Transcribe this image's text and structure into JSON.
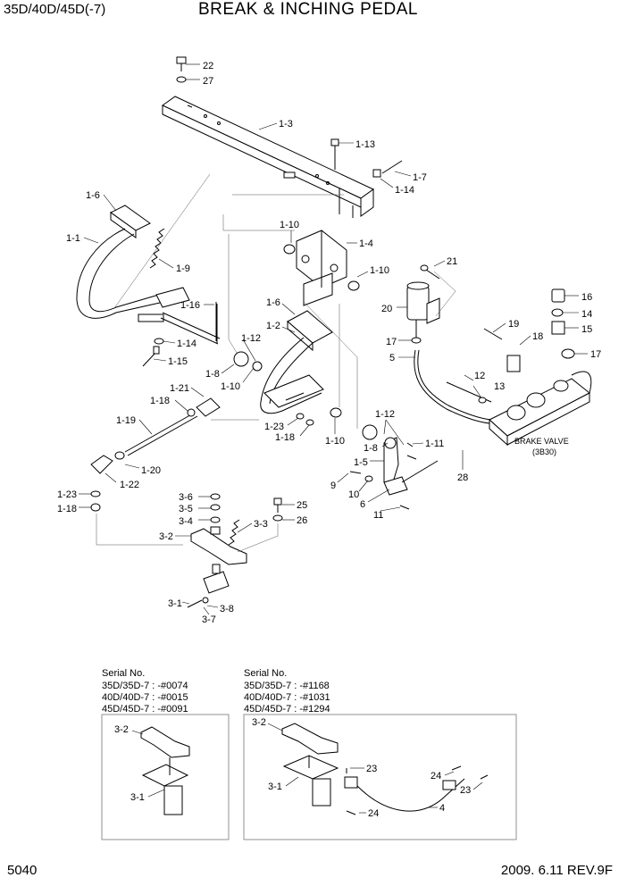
{
  "header": {
    "model": "35D/40D/45D(-7)",
    "title": "BREAK & INCHING PEDAL"
  },
  "footer": {
    "page_number": "5040",
    "revision": "2009. 6.11  REV.9F"
  },
  "callouts": {
    "c22": "22",
    "c27": "27",
    "c1_3": "1-3",
    "c1_13": "1-13",
    "c1_7": "1-7",
    "c1_14a": "1-14",
    "c1_6a": "1-6",
    "c1_1": "1-1",
    "c1_9": "1-9",
    "c1_10a": "1-10",
    "c1_4": "1-4",
    "c1_10b": "1-10",
    "c21": "21",
    "c20": "20",
    "c17a": "17",
    "c5": "5",
    "c19": "19",
    "c18": "18",
    "c16": "16",
    "c14": "14",
    "c15": "15",
    "c17b": "17",
    "c1_16": "1-16",
    "c1_14b": "1-14",
    "c1_15": "1-15",
    "c1_6b": "1-6",
    "c1_2": "1-2",
    "c1_12a": "1-12",
    "c1_8a": "1-8",
    "c1_10c": "1-10",
    "c1_21": "1-21",
    "c1_18a": "1-18",
    "c12": "12",
    "c13": "13",
    "c1_19": "1-19",
    "c1_23a": "1-23",
    "c1_18b": "1-18",
    "c1_10d": "1-10",
    "c1_12b": "1-12",
    "c1_11": "1-11",
    "c1_8b": "1-8",
    "c1_5": "1-5",
    "c1_20": "1-20",
    "c1_22": "1-22",
    "c9": "9",
    "c10": "10",
    "c6": "6",
    "c11": "11",
    "c28": "28",
    "c1_23b": "1-23",
    "c1_18c": "1-18",
    "c3_6": "3-6",
    "c3_5": "3-5",
    "c3_4": "3-4",
    "c25": "25",
    "c26": "26",
    "c3_3": "3-3",
    "c3_2": "3-2",
    "c3_1": "3-1",
    "c3_8": "3-8",
    "c3_7": "3-7"
  },
  "brake_valve": {
    "label": "BRAKE VALVE",
    "ref": "(3B30)"
  },
  "serial_left": {
    "heading": "Serial No.",
    "lines": [
      "35D/35D-7 : -#0074",
      "40D/40D-7 : -#0015",
      "45D/45D-7 : -#0091"
    ],
    "callouts": {
      "a": "3-2",
      "b": "3-1"
    }
  },
  "serial_right": {
    "heading": "Serial No.",
    "lines": [
      "35D/35D-7 : -#1168",
      "40D/40D-7 : -#1031",
      "45D/45D-7 : -#1294"
    ],
    "callouts": {
      "a": "3-2",
      "b": "3-1",
      "c": "23",
      "d": "24",
      "e": "23",
      "f": "24",
      "g": "4"
    }
  }
}
